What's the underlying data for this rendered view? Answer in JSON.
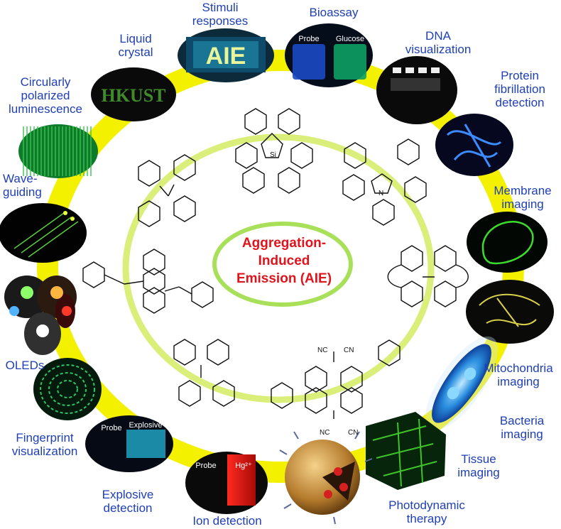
{
  "center": {
    "line1": "Aggregation-",
    "line2": "Induced",
    "line3": "Emission (AIE)"
  },
  "applications": [
    {
      "id": "stimuli",
      "line1": "Stimuli",
      "line2": "responses"
    },
    {
      "id": "bioassay",
      "line1": "Bioassay"
    },
    {
      "id": "dna",
      "line1": "DNA",
      "line2": "visualization"
    },
    {
      "id": "protein",
      "line1": "Protein",
      "line2": "fibrillation",
      "line3": "detection"
    },
    {
      "id": "membrane",
      "line1": "Membrane",
      "line2": "imaging"
    },
    {
      "id": "mito",
      "line1": "Mitochondria",
      "line2": "imaging"
    },
    {
      "id": "bacteria",
      "line1": "Bacteria",
      "line2": "imaging"
    },
    {
      "id": "tissue",
      "line1": "Tissue",
      "line2": "imaging"
    },
    {
      "id": "pdt",
      "line1": "Photodynamic",
      "line2": "therapy"
    },
    {
      "id": "ion",
      "line1": "Ion detection"
    },
    {
      "id": "explosive",
      "line1": "Explosive",
      "line2": "detection"
    },
    {
      "id": "fingerprint",
      "line1": "Fingerprint",
      "line2": "visualization"
    },
    {
      "id": "oleds",
      "line1": "OLEDs"
    },
    {
      "id": "waveguide",
      "line1": "Wave-",
      "line2": "guiding"
    },
    {
      "id": "cpl",
      "line1": "Circularly",
      "line2": "polarized",
      "line3": "luminescence"
    },
    {
      "id": "liquid",
      "line1": "Liquid",
      "line2": "crystal"
    }
  ],
  "image_text": {
    "aie": "AIE",
    "hkust": "HKUST",
    "probe": "Probe",
    "glucose": "Glucose",
    "explosive": "Explosive",
    "hg": "Hg²⁺"
  },
  "molecule_labels": {
    "si": "Si",
    "n": "N",
    "nc": "NC",
    "cn": "CN"
  },
  "colors": {
    "ring_outer": "#f3f000",
    "ring_inner": "#d9ef7a",
    "title": "#e0141c",
    "label": "#1f3fb5"
  }
}
